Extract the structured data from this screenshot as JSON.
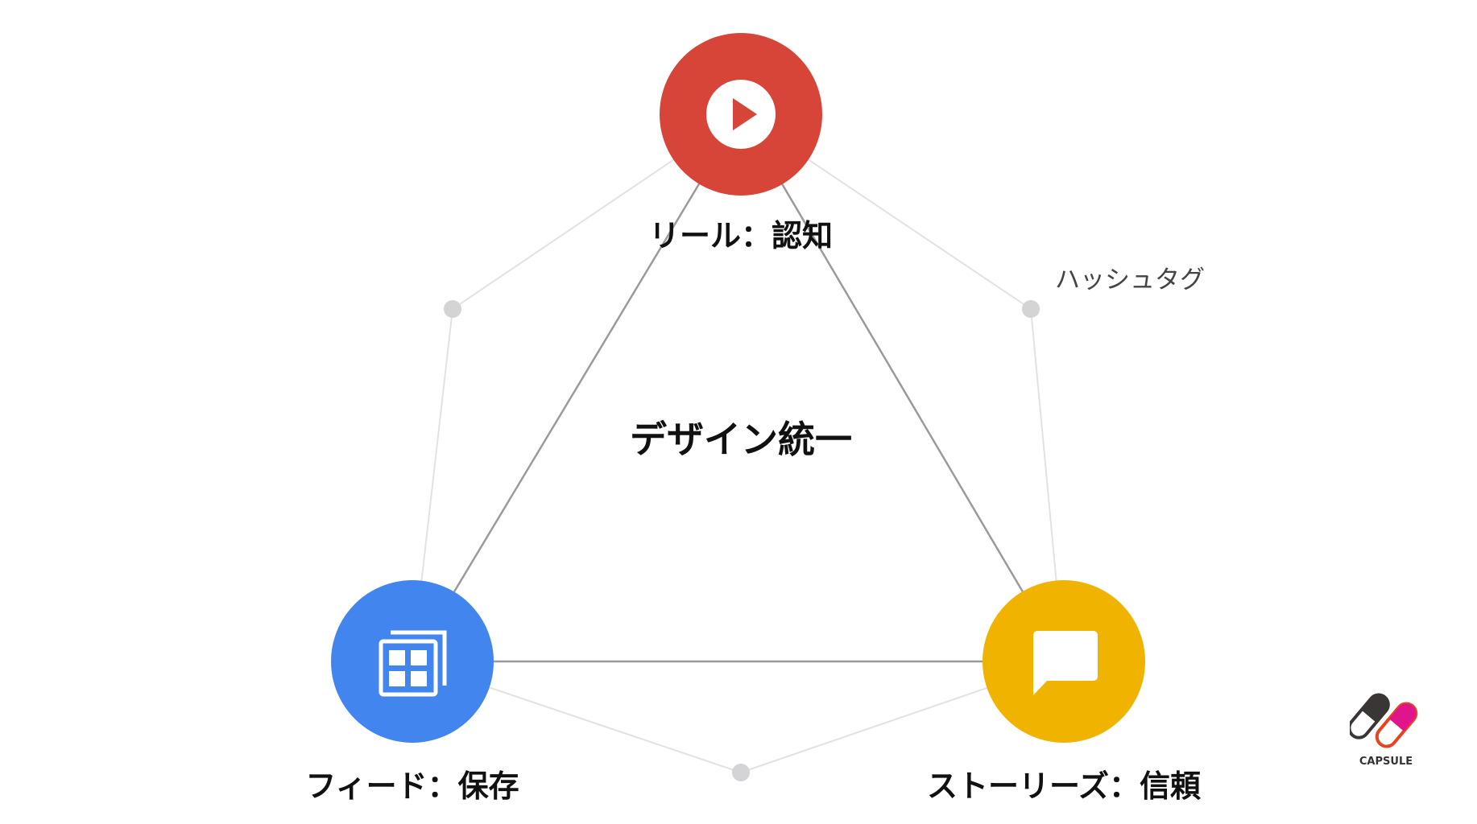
{
  "nodes": {
    "reels": {
      "label": "リール：認知",
      "icon": "play-icon",
      "color": "#D64537"
    },
    "feed": {
      "label": "フィード：保存",
      "icon": "grid-gallery-icon",
      "color": "#4285EE"
    },
    "stories": {
      "label": "ストーリーズ：信頼",
      "icon": "chat-bubble-icon",
      "color": "#F0B400"
    }
  },
  "center_label": "デザイン統一",
  "hashtag_label": "ハッシュタグ",
  "logo": {
    "text": "CAPSULE"
  }
}
